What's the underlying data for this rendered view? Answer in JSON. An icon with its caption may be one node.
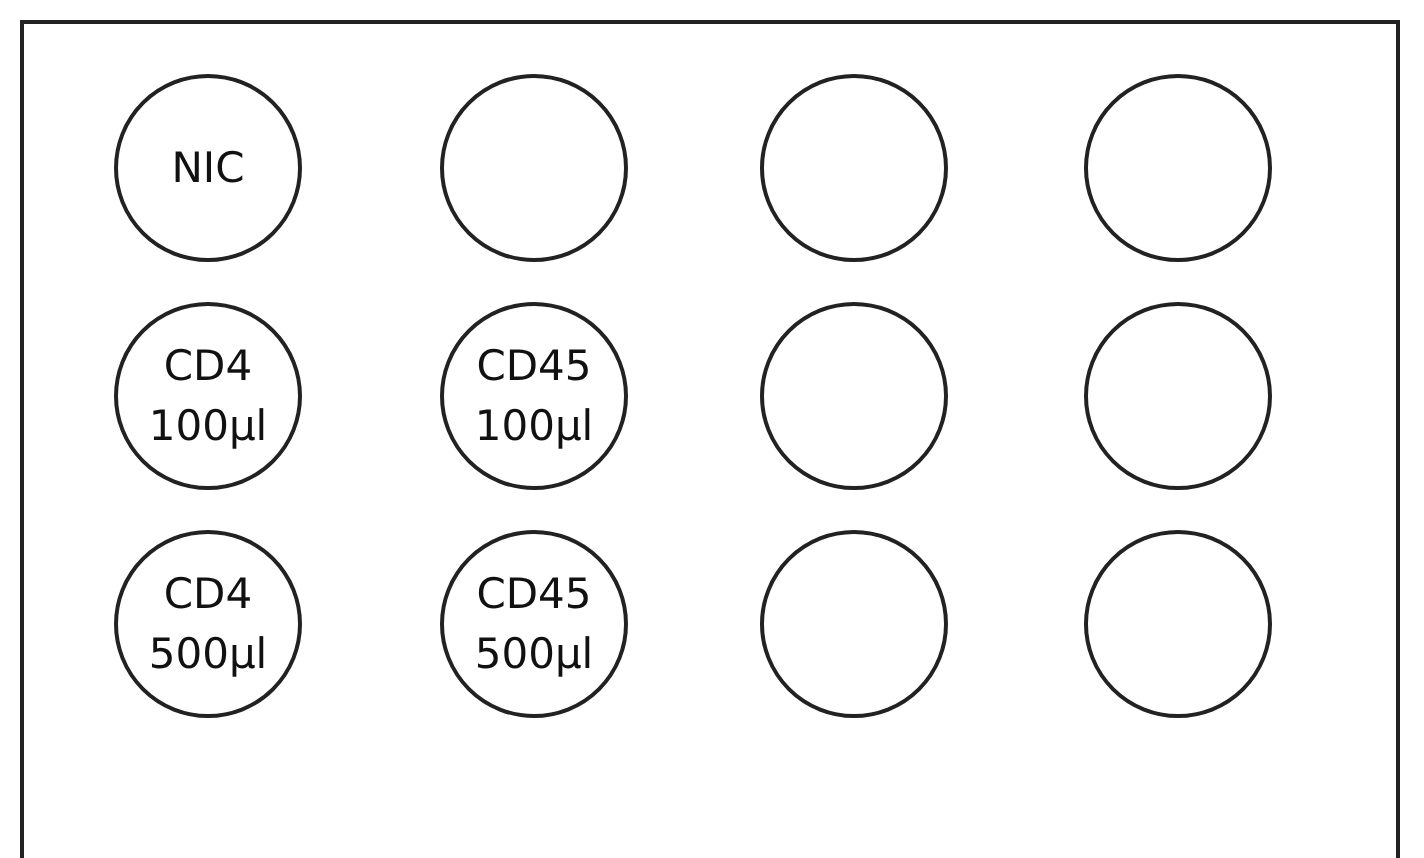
{
  "diagram": {
    "nodes": [
      {
        "text": [],
        "shape": "box"
      },
      {
        "text": [
          "NIC"
        ],
        "in": 0
      },
      {
        "text": [],
        "shape": "circle",
        "in": 0
      },
      {
        "text": [],
        "shape": "circle",
        "in": 0
      },
      {
        "text": [],
        "shape": "circle",
        "in": 0
      },
      {
        "text": [
          "CD4 100µl"
        ],
        "in": 0
      },
      {
        "text": [
          "CD45 100µl"
        ],
        "in": 0
      },
      {
        "text": [],
        "shape": "circle",
        "in": 0
      },
      {
        "text": [],
        "shape": "circle",
        "in": 0
      },
      {
        "text": [
          "CD4 500µl"
        ],
        "in": 0
      },
      {
        "text": [
          "CD45 500µl"
        ],
        "in": 0
      },
      {
        "text": [],
        "shape": "circle",
        "in": 0
      },
      {
        "text": [],
        "shape": "circle",
        "in": 0
      }
    ]
  }
}
